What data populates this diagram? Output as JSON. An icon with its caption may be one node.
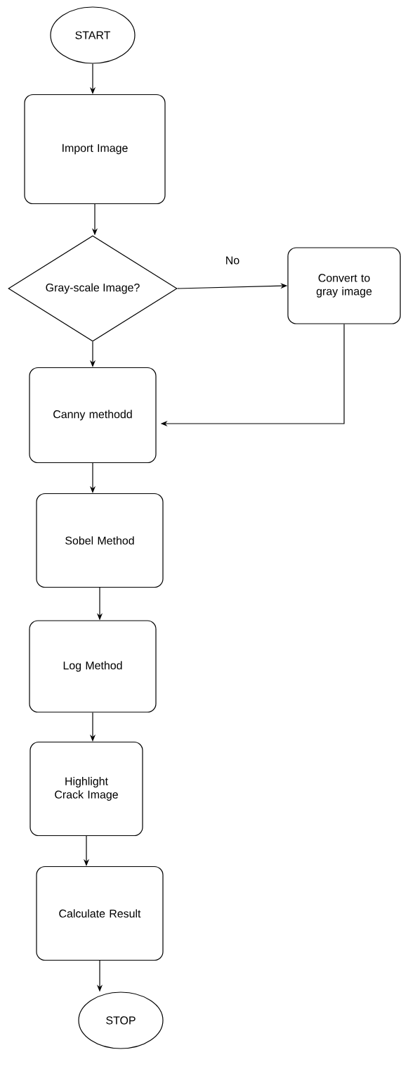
{
  "diagram": {
    "nodes": [
      {
        "text": [
          "START"
        ]
      },
      {
        "text": [
          "Import Image"
        ]
      },
      {
        "text": [
          "Gray-scale Image?"
        ]
      },
      {
        "text": [
          "Convert to gray image"
        ]
      },
      {
        "text": [
          "Canny methodd"
        ]
      },
      {
        "text": [
          "Sobel Method"
        ]
      },
      {
        "text": [
          "Log Method"
        ]
      },
      {
        "text": [
          "Highlight Crack Image"
        ]
      },
      {
        "text": [
          "Calculate Result"
        ]
      },
      {
        "text": [
          "STOP"
        ]
      }
    ],
    "edges": [
      {
        "from": 0,
        "to": 1,
        "arrow": "to"
      },
      {
        "from": 1,
        "to": 2,
        "arrow": "to"
      },
      {
        "from": 2,
        "to": 3,
        "arrow": "to",
        "label": "No"
      },
      {
        "from": 3,
        "to": 4,
        "arrow": "to"
      },
      {
        "from": 2,
        "to": 4,
        "arrow": "to"
      },
      {
        "from": 4,
        "to": 5,
        "arrow": "to"
      },
      {
        "from": 5,
        "to": 6,
        "arrow": "to"
      },
      {
        "from": 6,
        "to": 7,
        "arrow": "to"
      },
      {
        "from": 7,
        "to": 8,
        "arrow": "to"
      },
      {
        "from": 8,
        "to": 9,
        "arrow": "to"
      }
    ]
  }
}
